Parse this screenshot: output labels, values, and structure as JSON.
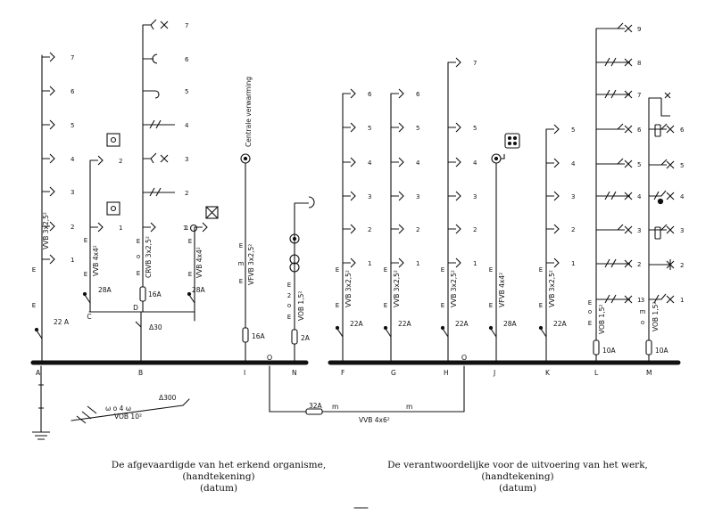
{
  "circuits": [
    {
      "id": "A",
      "cable": "VVB 3x2,5²",
      "fuse": "22 A",
      "nums": [
        "1",
        "2",
        "3",
        "4",
        "5",
        "6",
        "7"
      ],
      "e": [
        "E",
        "E"
      ]
    },
    {
      "id": "B",
      "sub": [
        "C",
        "D"
      ],
      "fuse": "Δ30"
    },
    {
      "id": "B1",
      "cable": "VVB 4x4²",
      "fuse": "28A",
      "nums": [
        "1",
        "2"
      ],
      "e": [
        "E",
        "E"
      ]
    },
    {
      "id": "B2",
      "cable": "CRVB 3x2,5²",
      "fuse": "16A",
      "nums": [
        "1",
        "2",
        "3",
        "4",
        "5",
        "6",
        "7"
      ],
      "e": [
        "E",
        "o",
        "E"
      ]
    },
    {
      "id": "B3",
      "cable": "VVB 4x4²",
      "fuse": "28A",
      "nums": [
        "1"
      ],
      "e": [
        "E",
        "E"
      ]
    },
    {
      "id": "I",
      "cable": "VFVB 3x2,5²",
      "fuse": "16A",
      "note": "Centrale verwarming",
      "e": [
        "E",
        "m",
        "E"
      ]
    },
    {
      "id": "N",
      "cable": "VOB 1,5²",
      "fuse": "2A",
      "e": [
        "E",
        "2",
        "o",
        "E"
      ]
    },
    {
      "id": "F",
      "cable": "VVB 3x2,5²",
      "fuse": "22A",
      "nums": [
        "1",
        "2",
        "3",
        "4",
        "5",
        "6"
      ],
      "e": [
        "E",
        "E"
      ]
    },
    {
      "id": "G",
      "cable": "VVB 3x2,5²",
      "fuse": "22A",
      "nums": [
        "1",
        "2",
        "3",
        "4",
        "5",
        "6"
      ],
      "e": [
        "E",
        "E"
      ]
    },
    {
      "id": "H",
      "cable": "VVB 3x2,5²",
      "fuse": "22A",
      "nums": [
        "1",
        "2",
        "3",
        "4",
        "5",
        "7"
      ],
      "e": [
        "E",
        "E"
      ]
    },
    {
      "id": "J",
      "cable": "VFVB 4x4²",
      "fuse": "28A",
      "e": [
        "E",
        "E"
      ]
    },
    {
      "id": "K",
      "cable": "VVB 3x2,5²",
      "fuse": "22A",
      "nums": [
        "1",
        "2",
        "3",
        "4",
        "5"
      ],
      "e": [
        "E",
        "E"
      ]
    },
    {
      "id": "L",
      "cable": "VOB 1,5²",
      "fuse": "10A",
      "nums": [
        "1",
        "2",
        "3",
        "4",
        "5",
        "6",
        "7",
        "8",
        "9"
      ],
      "e": [
        "E",
        "o",
        "E"
      ]
    },
    {
      "id": "M",
      "cable": "VOB 1,5²",
      "fuse": "10A",
      "nums": [
        "1",
        "2",
        "3",
        "4",
        "5",
        "6"
      ],
      "e": [
        "3",
        "m",
        "o"
      ]
    }
  ],
  "bus": {
    "o_left": "O",
    "o_right": "O"
  },
  "earth": {
    "cable": "VOB 10²",
    "marks": "ω o 4 ω",
    "fuse": "Δ300"
  },
  "link": {
    "fuse": "32A",
    "marks": [
      "m",
      "m"
    ],
    "cable": "VVB 4x6²"
  },
  "signatures": {
    "left": [
      "De afgevaardigde van het erkend organisme,",
      "(handtekening)",
      "(datum)"
    ],
    "right": [
      "De verantwoordelijke voor de uitvoering van het werk,",
      "(handtekening)",
      "(datum)"
    ]
  },
  "colors": {
    "ink": "#111111",
    "background": "#ffffff"
  }
}
